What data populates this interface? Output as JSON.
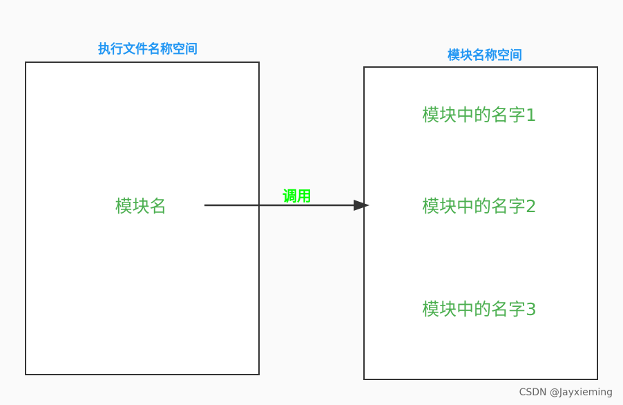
{
  "left_space": {
    "title": "执行文件名称空间",
    "item": "模块名"
  },
  "right_space": {
    "title": "模块名称空间",
    "items": [
      "模块中的名字1",
      "模块中的名字2",
      "模块中的名字3"
    ]
  },
  "arrow": {
    "label": "调用"
  },
  "watermark": "CSDN @Jayxieming",
  "colors": {
    "title": "#2196f3",
    "item": "#4caf50",
    "label": "#00ff00",
    "border": "#333333"
  }
}
